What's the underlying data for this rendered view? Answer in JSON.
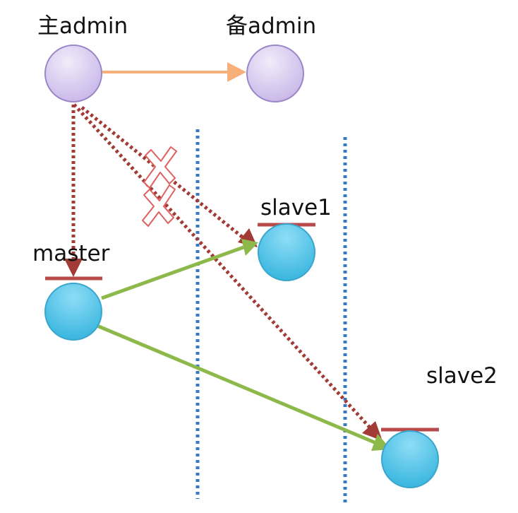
{
  "diagram": {
    "nodes": {
      "primary_admin": {
        "label": "主admin"
      },
      "backup_admin": {
        "label": "备admin"
      },
      "master": {
        "label": "master"
      },
      "slave1": {
        "label": "slave1"
      },
      "slave2": {
        "label": "slave2"
      }
    },
    "colors": {
      "admin_fill": "#D9CCF0",
      "admin_stroke": "#9B86C8",
      "db_fill": "#4FC3E8",
      "db_stroke": "#3AA6CC",
      "failover_arrow": "#F7B07A",
      "replication_arrow": "#8DB84A",
      "control_arrow": "#A23B36",
      "divider": "#3B78C4",
      "cross_mark": "#E06060",
      "node_bar": "#B84A4A"
    }
  }
}
